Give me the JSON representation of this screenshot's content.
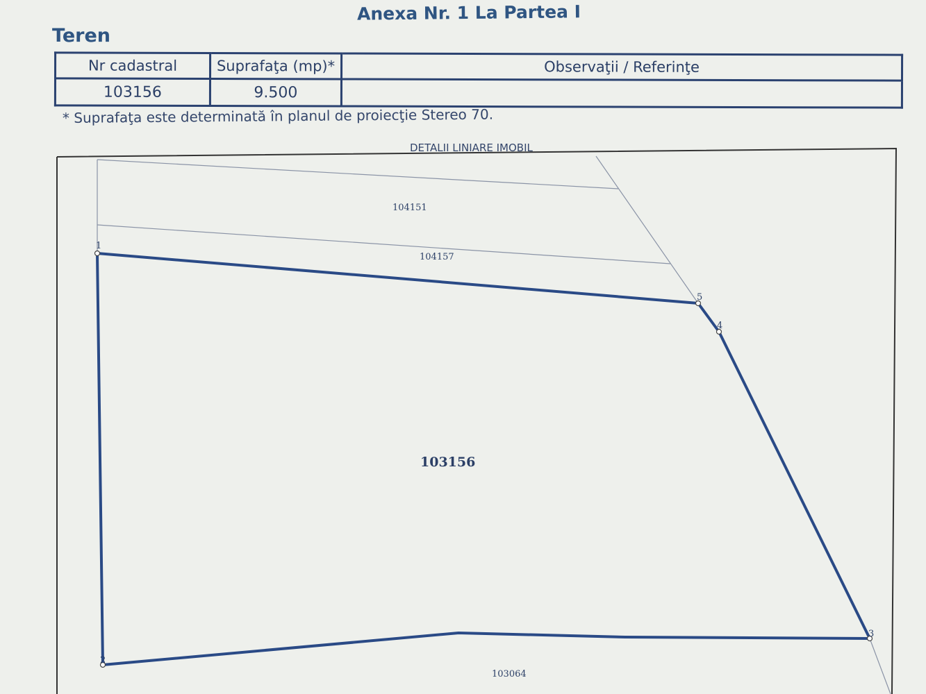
{
  "document": {
    "title": "Anexa Nr. 1 La Partea I",
    "section": "Teren",
    "table": {
      "headers": [
        "Nr cadastral",
        "Suprafaţa (mp)*",
        "Observaţii / Referinţe"
      ],
      "row": [
        "103156",
        "9.500",
        ""
      ]
    },
    "note": "* Suprafaţa este determinată în planul de proiecţie Stereo 70.",
    "plan_title": "DETALII LINIARE IMOBIL",
    "plan": {
      "parcel_label": "103156",
      "neighbors": [
        "104151",
        "104157",
        "103064"
      ],
      "vertices": [
        "1",
        "2",
        "3",
        "4",
        "5"
      ]
    },
    "colors": {
      "ink": "#2b4876",
      "boundary": "#2a4a86",
      "paper": "#eef0ec"
    }
  }
}
